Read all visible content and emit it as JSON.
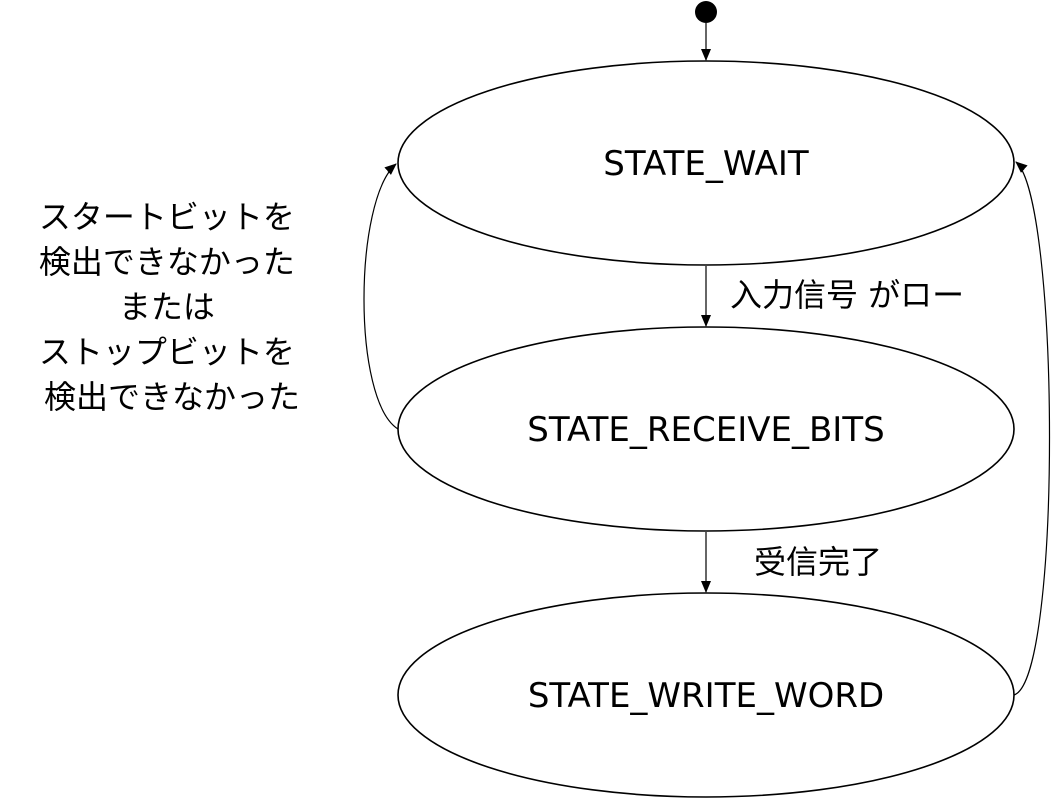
{
  "states": [
    {
      "id": "wait",
      "label": "STATE_WAIT"
    },
    {
      "id": "receive",
      "label": "STATE_RECEIVE_BITS"
    },
    {
      "id": "write",
      "label": "STATE_WRITE_WORD"
    }
  ],
  "transitions": {
    "wait_to_receive": "入力信号 がロー",
    "receive_to_write": "受信完了",
    "receive_to_wait": [
      "スタートビットを",
      "検出できなかった",
      "または",
      "ストップビットを",
      "検出できなかった"
    ]
  }
}
